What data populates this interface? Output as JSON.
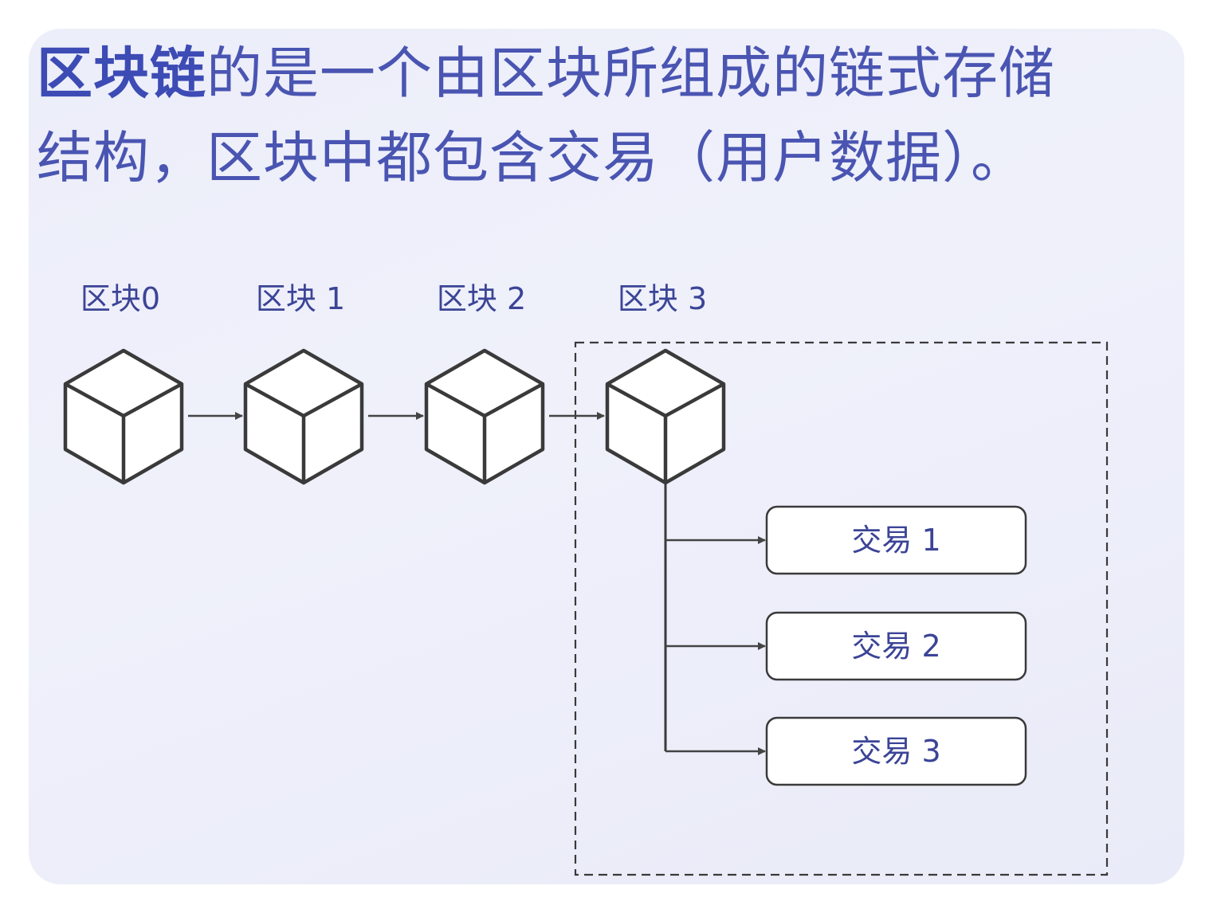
{
  "title": {
    "emphasis": "区块链",
    "line1_rest": "的是一个由区块所组成的链式存储",
    "line2": "结构，区块中都包含交易（用户数据）。"
  },
  "blocks": [
    {
      "label": "区块0"
    },
    {
      "label": "区块 1"
    },
    {
      "label": "区块 2"
    },
    {
      "label": "区块 3"
    }
  ],
  "transactions": [
    {
      "label": "交易 1"
    },
    {
      "label": "交易 2"
    },
    {
      "label": "交易 3"
    }
  ],
  "colors": {
    "title": "#4a55b2",
    "label": "#3b4496",
    "stroke": "#3a3a3a",
    "panel": "#eceef9"
  }
}
